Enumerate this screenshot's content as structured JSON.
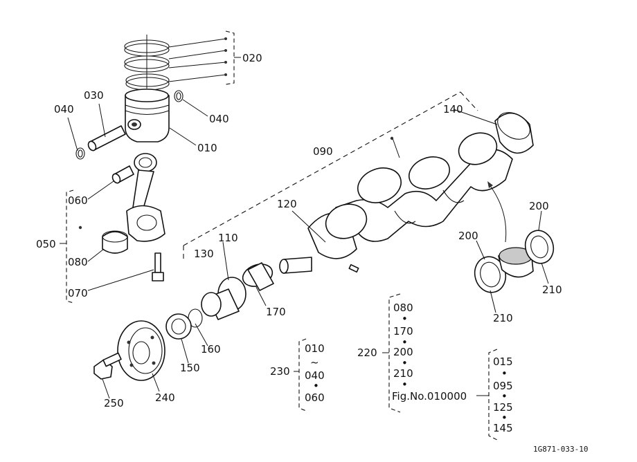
{
  "labels": {
    "l010": "010",
    "l020": "020",
    "l030": "030",
    "l040a": "040",
    "l040b": "040",
    "l050": "050",
    "l060": "060",
    "l070": "070",
    "l080": "080",
    "l090": "090",
    "l110": "110",
    "l120": "120",
    "l130": "130",
    "l140": "140",
    "l150": "150",
    "l160": "160",
    "l170": "170",
    "l200a": "200",
    "l200b": "200",
    "l210a": "210",
    "l210b": "210",
    "l240": "240",
    "l250": "250"
  },
  "group230": {
    "label": "230",
    "items": [
      "010",
      "~",
      "040",
      "•",
      "060"
    ]
  },
  "group220": {
    "label": "220",
    "items": [
      "080",
      "•",
      "170",
      "•",
      "200",
      "•",
      "210",
      "•",
      "Fig.No.010000"
    ]
  },
  "group_fig": {
    "items": [
      "015",
      "•",
      "095",
      "•",
      "125",
      "•",
      "145"
    ]
  },
  "footer": {
    "code": "1G871-033-10"
  }
}
